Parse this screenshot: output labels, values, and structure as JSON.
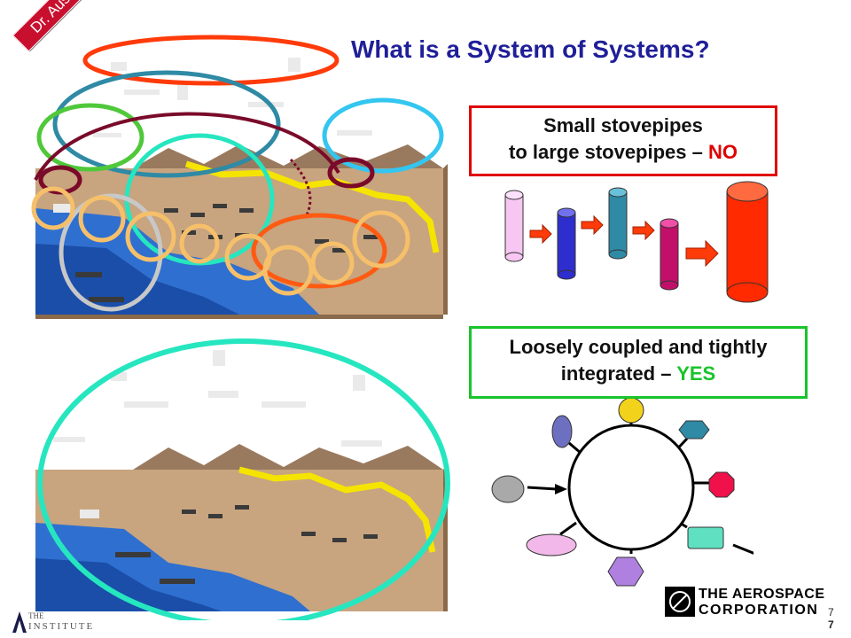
{
  "title": "What is a System of Systems?",
  "author_badge": "Dr. Austin",
  "callouts": {
    "no": {
      "line1": "Small stovepipes",
      "line2_prefix": "to large stovepipes – ",
      "verdict": "NO"
    },
    "yes": {
      "line1": "Loosely coupled and tightly",
      "line2_prefix": "integrated – ",
      "verdict": "YES"
    }
  },
  "colors": {
    "title": "#1f1f99",
    "no_border": "#e00000",
    "yes_border": "#19c42b",
    "stovepipes": [
      "#f7c6f2",
      "#2e2ecf",
      "#2f8aa5",
      "#c2106a",
      "#ff2a00"
    ],
    "arrows": "#ff3b0a",
    "hub_nodes": [
      "#6d6fc0",
      "#f2d21a",
      "#2f8aa5",
      "#f0104a",
      "#5fe0c0",
      "#b080e0",
      "#f2b8ea",
      "#a9a9a9"
    ]
  },
  "footer": {
    "company_line1": "THE AEROSPACE",
    "company_line2": "CORPORATION",
    "institute_top": "THE",
    "institute_bottom": "INSTITUTE",
    "page_number": "7"
  }
}
